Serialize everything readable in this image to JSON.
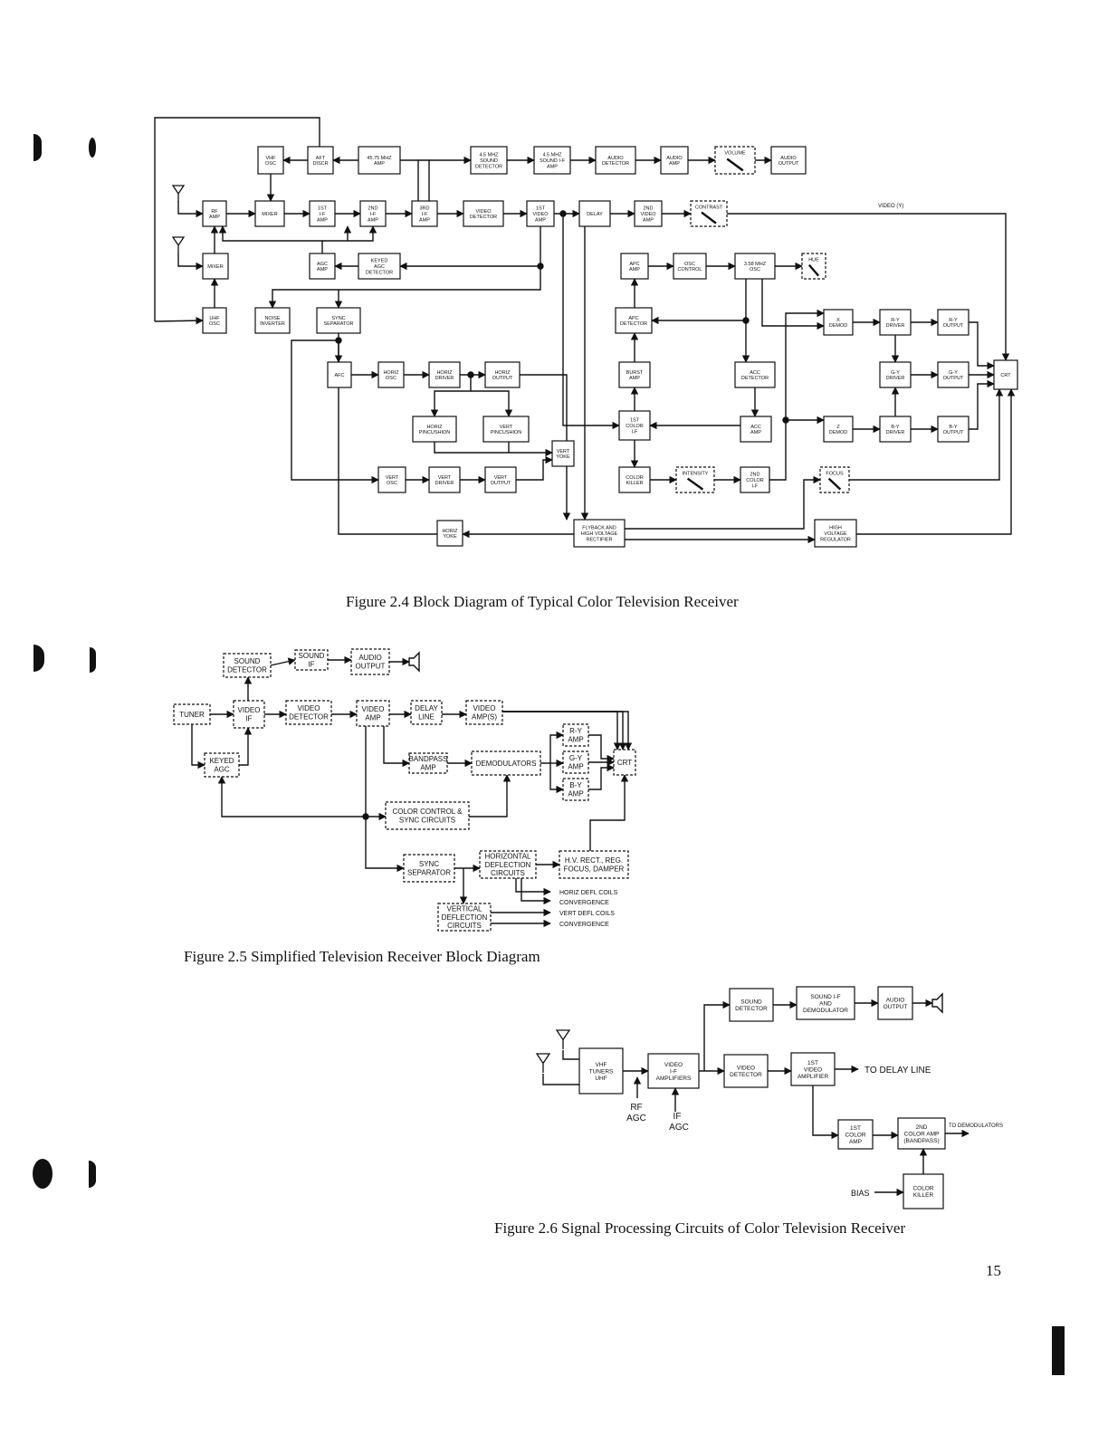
{
  "fig24": {
    "caption": "Figure 2.4  Block Diagram of Typical Color Television Receiver",
    "video_label": "VIDEO (Y)",
    "blocks": [
      {
        "id": "vhf_osc",
        "lines": [
          "VHF",
          "OSC"
        ]
      },
      {
        "id": "aft",
        "lines": [
          "AFT",
          "DISCR"
        ]
      },
      {
        "id": "if4575",
        "lines": [
          "45.75 MHZ",
          "AMP"
        ]
      },
      {
        "id": "snddet45",
        "lines": [
          "4.5 MHZ",
          "SOUND",
          "DETECTOR"
        ]
      },
      {
        "id": "sndif45",
        "lines": [
          "4.5 MHZ",
          "SOUND I-F",
          "AMP"
        ]
      },
      {
        "id": "auddet",
        "lines": [
          "AUDIO",
          "DETECTOR"
        ]
      },
      {
        "id": "audamp",
        "lines": [
          "AUDIO",
          "AMP"
        ]
      },
      {
        "id": "volume",
        "lines": [
          "VOLUME"
        ]
      },
      {
        "id": "audout",
        "lines": [
          "AUDIO",
          "OUTPUT"
        ]
      },
      {
        "id": "rfamp",
        "lines": [
          "RF",
          "AMP"
        ]
      },
      {
        "id": "mixer",
        "lines": [
          "MIXER"
        ]
      },
      {
        "id": "if1",
        "lines": [
          "1ST",
          "I-F",
          "AMP"
        ]
      },
      {
        "id": "if2",
        "lines": [
          "2ND",
          "I-F",
          "AMP"
        ]
      },
      {
        "id": "if3",
        "lines": [
          "3RD",
          "I-F",
          "AMP"
        ]
      },
      {
        "id": "viddet",
        "lines": [
          "VIDEO",
          "DETECTOR"
        ]
      },
      {
        "id": "vid1",
        "lines": [
          "1ST",
          "VIDEO",
          "AMP"
        ]
      },
      {
        "id": "delay",
        "lines": [
          "DELAY"
        ]
      },
      {
        "id": "vid2",
        "lines": [
          "2ND",
          "VIDEO",
          "AMP"
        ]
      },
      {
        "id": "contrast",
        "lines": [
          "CONTRAST"
        ]
      },
      {
        "id": "mixer2",
        "lines": [
          "MIXER"
        ]
      },
      {
        "id": "agcamp",
        "lines": [
          "AGC",
          "AMP"
        ]
      },
      {
        "id": "keyedagc",
        "lines": [
          "KEYED",
          "AGC",
          "DETECTOR"
        ]
      },
      {
        "id": "apcamp",
        "lines": [
          "APC",
          "AMP"
        ]
      },
      {
        "id": "oscctl",
        "lines": [
          "OSC",
          "CONTROL"
        ]
      },
      {
        "id": "osc358",
        "lines": [
          "3.58 MHZ",
          "OSC"
        ]
      },
      {
        "id": "hue",
        "lines": [
          "HUE"
        ]
      },
      {
        "id": "uhfosc",
        "lines": [
          "UHF",
          "OSC"
        ]
      },
      {
        "id": "noise",
        "lines": [
          "NOISE",
          "INVERTER"
        ]
      },
      {
        "id": "syncsep",
        "lines": [
          "SYNC",
          "SEPARATOR"
        ]
      },
      {
        "id": "apcdet",
        "lines": [
          "APC",
          "DETECTOR"
        ]
      },
      {
        "id": "xdemod",
        "lines": [
          "X",
          "DEMOD"
        ]
      },
      {
        "id": "rydrv",
        "lines": [
          "R-Y",
          "DRIVER"
        ]
      },
      {
        "id": "ryout",
        "lines": [
          "R-Y",
          "OUTPUT"
        ]
      },
      {
        "id": "afc",
        "lines": [
          "AFC"
        ]
      },
      {
        "id": "horizosc",
        "lines": [
          "HORIZ",
          "OSC"
        ]
      },
      {
        "id": "horizdrv",
        "lines": [
          "HORIZ",
          "DRIVER"
        ]
      },
      {
        "id": "horizout",
        "lines": [
          "HORIZ",
          "OUTPUT"
        ]
      },
      {
        "id": "burst",
        "lines": [
          "BURST",
          "AMP"
        ]
      },
      {
        "id": "accdet",
        "lines": [
          "ACC",
          "DETECTOR"
        ]
      },
      {
        "id": "gydrv",
        "lines": [
          "G-Y",
          "DRIVER"
        ]
      },
      {
        "id": "gyout",
        "lines": [
          "G-Y",
          "OUTPUT"
        ]
      },
      {
        "id": "crt",
        "lines": [
          "CRT"
        ]
      },
      {
        "id": "horizpin",
        "lines": [
          "HORIZ",
          "PINCUSHION"
        ]
      },
      {
        "id": "vertpin",
        "lines": [
          "VERT",
          "PINCUSHION"
        ]
      },
      {
        "id": "colorif1",
        "lines": [
          "1ST",
          "COLOR",
          "I-F"
        ]
      },
      {
        "id": "accamp",
        "lines": [
          "ACC",
          "AMP"
        ]
      },
      {
        "id": "zdemod",
        "lines": [
          "Z",
          "DEMOD"
        ]
      },
      {
        "id": "bydrv",
        "lines": [
          "B-Y",
          "DRIVER"
        ]
      },
      {
        "id": "byout",
        "lines": [
          "B-Y",
          "OUTPUT"
        ]
      },
      {
        "id": "vertyoke",
        "lines": [
          "VERT",
          "YOKE"
        ]
      },
      {
        "id": "vertosc",
        "lines": [
          "VERT",
          "OSC"
        ]
      },
      {
        "id": "vertdrv",
        "lines": [
          "VERT",
          "DRIVER"
        ]
      },
      {
        "id": "vertout",
        "lines": [
          "VERT",
          "OUTPUT"
        ]
      },
      {
        "id": "colorkill",
        "lines": [
          "COLOR",
          "KILLER"
        ]
      },
      {
        "id": "intensity",
        "lines": [
          "INTENSITY"
        ]
      },
      {
        "id": "colorif2",
        "lines": [
          "2ND",
          "COLOR",
          "I-F"
        ]
      },
      {
        "id": "focus",
        "lines": [
          "FOCUS"
        ]
      },
      {
        "id": "horizyoke",
        "lines": [
          "HORIZ",
          "YOKE"
        ]
      },
      {
        "id": "flyback",
        "lines": [
          "FLYBACK AND",
          "HIGH VOLTAGE",
          "RECTIFIER"
        ]
      },
      {
        "id": "hvreg",
        "lines": [
          "HIGH",
          "VOLTAGE",
          "REGULATOR"
        ]
      }
    ]
  },
  "fig25": {
    "caption": "Figure 2.5  Simplified Television Receiver Block Diagram",
    "blocks": [
      {
        "id": "snddet",
        "lines": [
          "SOUND",
          "DETECTOR"
        ]
      },
      {
        "id": "sndif",
        "lines": [
          "SOUND",
          "IF"
        ]
      },
      {
        "id": "audout",
        "lines": [
          "AUDIO",
          "OUTPUT"
        ]
      },
      {
        "id": "tuner",
        "lines": [
          "TUNER"
        ]
      },
      {
        "id": "vidif",
        "lines": [
          "VIDEO",
          "IF"
        ]
      },
      {
        "id": "viddet",
        "lines": [
          "VIDEO",
          "DETECTOR"
        ]
      },
      {
        "id": "vidamp",
        "lines": [
          "VIDEO",
          "AMP"
        ]
      },
      {
        "id": "delayline",
        "lines": [
          "DELAY",
          "LINE"
        ]
      },
      {
        "id": "vidamps",
        "lines": [
          "VIDEO",
          "AMP(S)"
        ]
      },
      {
        "id": "ryamp",
        "lines": [
          "R-Y",
          "AMP"
        ]
      },
      {
        "id": "keyedagc",
        "lines": [
          "KEYED",
          "AGC"
        ]
      },
      {
        "id": "bandpass",
        "lines": [
          "BANDPASS",
          "AMP"
        ]
      },
      {
        "id": "demods",
        "lines": [
          "DEMODULATORS"
        ]
      },
      {
        "id": "gyamp",
        "lines": [
          "G-Y",
          "AMP"
        ]
      },
      {
        "id": "crt",
        "lines": [
          "CRT"
        ]
      },
      {
        "id": "byamp",
        "lines": [
          "B-Y",
          "AMP"
        ]
      },
      {
        "id": "colorctl",
        "lines": [
          "COLOR CONTROL &",
          "SYNC CIRCUITS"
        ]
      },
      {
        "id": "syncsep",
        "lines": [
          "SYNC",
          "SEPARATOR"
        ]
      },
      {
        "id": "horizdefl",
        "lines": [
          "HORIZONTAL",
          "DEFLECTION",
          "CIRCUITS"
        ]
      },
      {
        "id": "hvrect",
        "lines": [
          "H.V. RECT., REG.",
          "FOCUS, DAMPER"
        ]
      },
      {
        "id": "vertdefl",
        "lines": [
          "VERTICAL",
          "DEFLECTION",
          "CIRCUITS"
        ]
      }
    ],
    "outputs": [
      "HORIZ  DEFL  COILS",
      "CONVERGENCE",
      "VERT  DEFL  COILS",
      "CONVERGENCE"
    ]
  },
  "fig26": {
    "caption": "Figure 2.6  Signal Processing Circuits of Color Television Receiver",
    "blocks": [
      {
        "id": "snddet",
        "lines": [
          "SOUND",
          "DETECTOR"
        ]
      },
      {
        "id": "sndif",
        "lines": [
          "SOUND  I-F",
          "AND",
          "DEMODULATOR"
        ]
      },
      {
        "id": "audout",
        "lines": [
          "AUDIO",
          "OUTPUT"
        ]
      },
      {
        "id": "tuners",
        "lines": [
          "VHF",
          "TUNERS",
          "UHF"
        ]
      },
      {
        "id": "vidif",
        "lines": [
          "VIDEO",
          "I-F",
          "AMPLIFIERS"
        ]
      },
      {
        "id": "viddet",
        "lines": [
          "VIDEO",
          "DETECTOR"
        ]
      },
      {
        "id": "vid1",
        "lines": [
          "1ST",
          "VIDEO",
          "AMPLIFIER"
        ]
      },
      {
        "id": "color1",
        "lines": [
          "1ST",
          "COLOR",
          "AMP"
        ]
      },
      {
        "id": "color2",
        "lines": [
          "2ND",
          "COLOR AMP",
          "(BANDPASS)"
        ]
      },
      {
        "id": "colorkill",
        "lines": [
          "COLOR",
          "KILLER"
        ]
      }
    ],
    "labels": {
      "to_delay": "TO  DELAY  LINE",
      "to_demod": "TO DEMODULATORS",
      "rf_agc": [
        "RF",
        "AGC"
      ],
      "if_agc": [
        "IF",
        "AGC"
      ],
      "bias": "BIAS"
    }
  },
  "page_number": "15"
}
